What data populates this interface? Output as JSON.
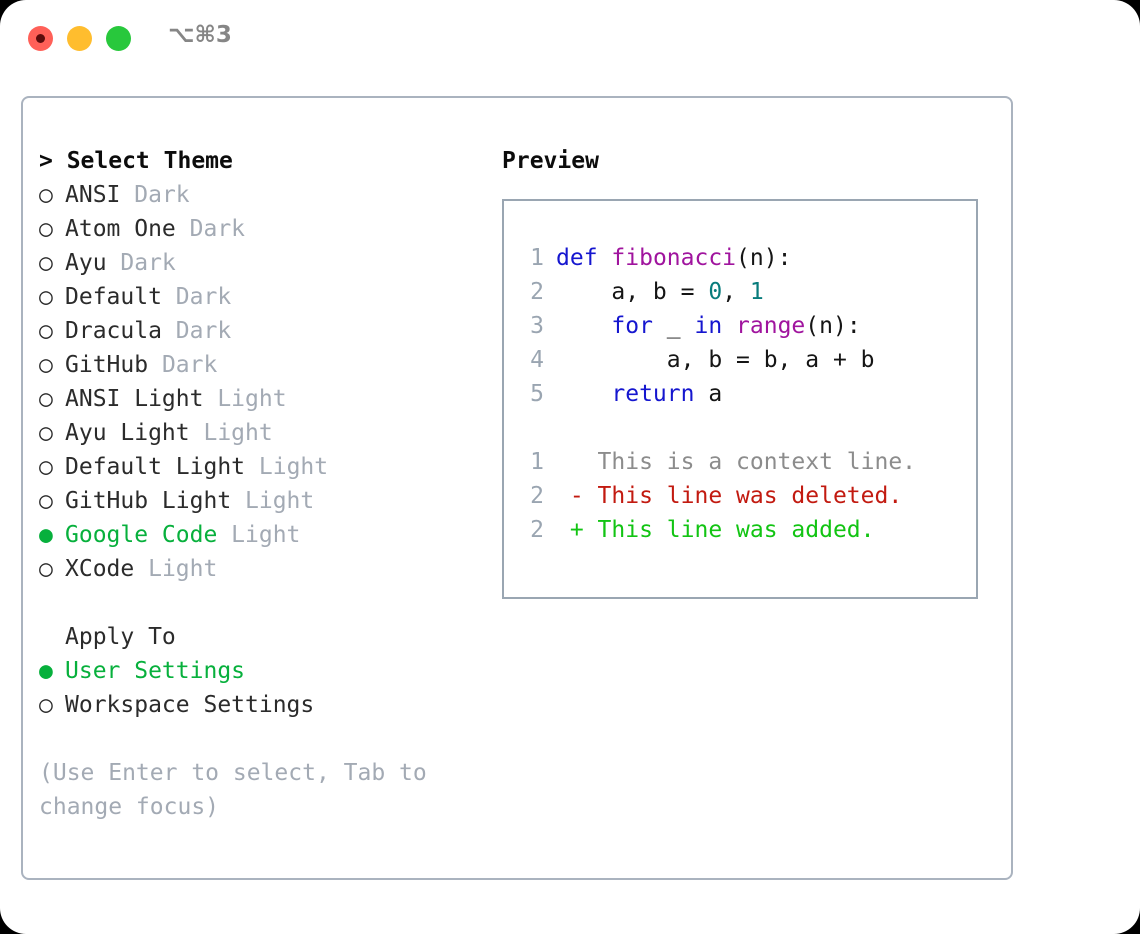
{
  "titlebar": {
    "shortcut": "⌥⌘3",
    "buttons": [
      {
        "name": "close",
        "color": "#ff6058"
      },
      {
        "name": "minimize",
        "color": "#ffbd2e"
      },
      {
        "name": "maximize",
        "color": "#28c83c"
      }
    ]
  },
  "theme_picker": {
    "header": "> Select Theme",
    "bullet_selected": "●",
    "bullet_unselected": "○",
    "accent_color": "#07b03c",
    "items": [
      {
        "name": "ANSI",
        "kind": "Dark",
        "selected": false
      },
      {
        "name": "Atom One",
        "kind": "Dark",
        "selected": false
      },
      {
        "name": "Ayu",
        "kind": "Dark",
        "selected": false
      },
      {
        "name": "Default",
        "kind": "Dark",
        "selected": false
      },
      {
        "name": "Dracula",
        "kind": "Dark",
        "selected": false
      },
      {
        "name": "GitHub",
        "kind": "Dark",
        "selected": false
      },
      {
        "name": "ANSI Light",
        "kind": "Light",
        "selected": false
      },
      {
        "name": "Ayu Light",
        "kind": "Light",
        "selected": false
      },
      {
        "name": "Default Light",
        "kind": "Light",
        "selected": false
      },
      {
        "name": "GitHub Light",
        "kind": "Light",
        "selected": false
      },
      {
        "name": "Google Code",
        "kind": "Light",
        "selected": true
      },
      {
        "name": "XCode",
        "kind": "Light",
        "selected": false
      }
    ]
  },
  "apply_to": {
    "header": "Apply To",
    "items": [
      {
        "name": "User Settings",
        "selected": true
      },
      {
        "name": "Workspace Settings",
        "selected": false
      }
    ]
  },
  "hint": "(Use Enter to select, Tab to change focus)",
  "preview": {
    "header": "Preview",
    "code_lines": [
      {
        "num": "1",
        "tokens": [
          {
            "t": "def",
            "c": "kw"
          },
          {
            "t": " ",
            "c": "txt"
          },
          {
            "t": "fibonacci",
            "c": "fn"
          },
          {
            "t": "(n):",
            "c": "txt"
          }
        ]
      },
      {
        "num": "2",
        "tokens": [
          {
            "t": "    a, b = ",
            "c": "txt"
          },
          {
            "t": "0",
            "c": "num"
          },
          {
            "t": ", ",
            "c": "txt"
          },
          {
            "t": "1",
            "c": "num"
          }
        ]
      },
      {
        "num": "3",
        "tokens": [
          {
            "t": "    ",
            "c": "txt"
          },
          {
            "t": "for",
            "c": "kw"
          },
          {
            "t": " _ ",
            "c": "txt"
          },
          {
            "t": "in",
            "c": "kw"
          },
          {
            "t": " ",
            "c": "txt"
          },
          {
            "t": "range",
            "c": "fn"
          },
          {
            "t": "(n):",
            "c": "txt"
          }
        ]
      },
      {
        "num": "4",
        "tokens": [
          {
            "t": "        a, b = b, a + b",
            "c": "txt"
          }
        ]
      },
      {
        "num": "5",
        "tokens": [
          {
            "t": "    ",
            "c": "txt"
          },
          {
            "t": "return",
            "c": "kw"
          },
          {
            "t": " a",
            "c": "txt"
          }
        ]
      },
      {
        "num": "",
        "tokens": []
      },
      {
        "num": "1",
        "tokens": [
          {
            "t": "   This is a context line.",
            "c": "ctx"
          }
        ]
      },
      {
        "num": "2",
        "tokens": [
          {
            "t": " - This line was deleted.",
            "c": "del"
          }
        ]
      },
      {
        "num": "2",
        "tokens": [
          {
            "t": " + This line was added.",
            "c": "add"
          }
        ]
      }
    ]
  }
}
